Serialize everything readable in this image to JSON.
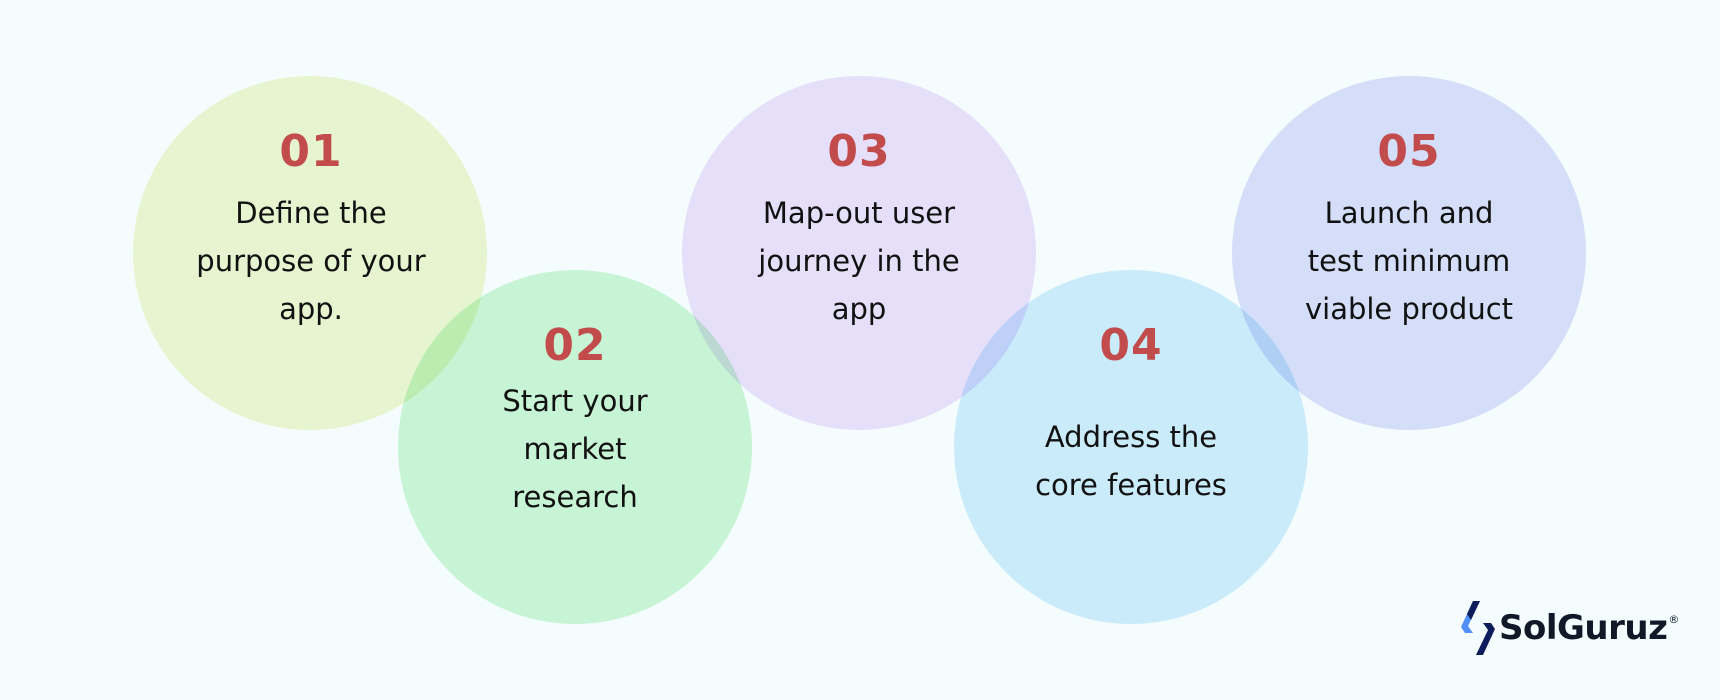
{
  "colors": {
    "background": "#f4fcfd",
    "number": "#c24b4b",
    "text": "#111111",
    "circle_1": "#f1f8d2",
    "circle_2": "#cff7d7",
    "circle_3": "#f1e2fc",
    "circle_4": "#d3eefc",
    "circle_5": "#dee1fa",
    "logo_dark": "#0f1c5c",
    "logo_light": "#4f8ff7"
  },
  "steps": [
    {
      "number": "01",
      "text": "Define the\npurpose of your\napp."
    },
    {
      "number": "02",
      "text": "Start your\nmarket\nresearch"
    },
    {
      "number": "03",
      "text": "Map-out user\njourney in the\napp"
    },
    {
      "number": "04",
      "text": "Address the\ncore  features"
    },
    {
      "number": "05",
      "text": "Launch and\ntest minimum\nviable product"
    }
  ],
  "logo": {
    "name": "SolGuruz",
    "registered_mark": "®",
    "icon": "solguruz-chevrons-icon"
  }
}
